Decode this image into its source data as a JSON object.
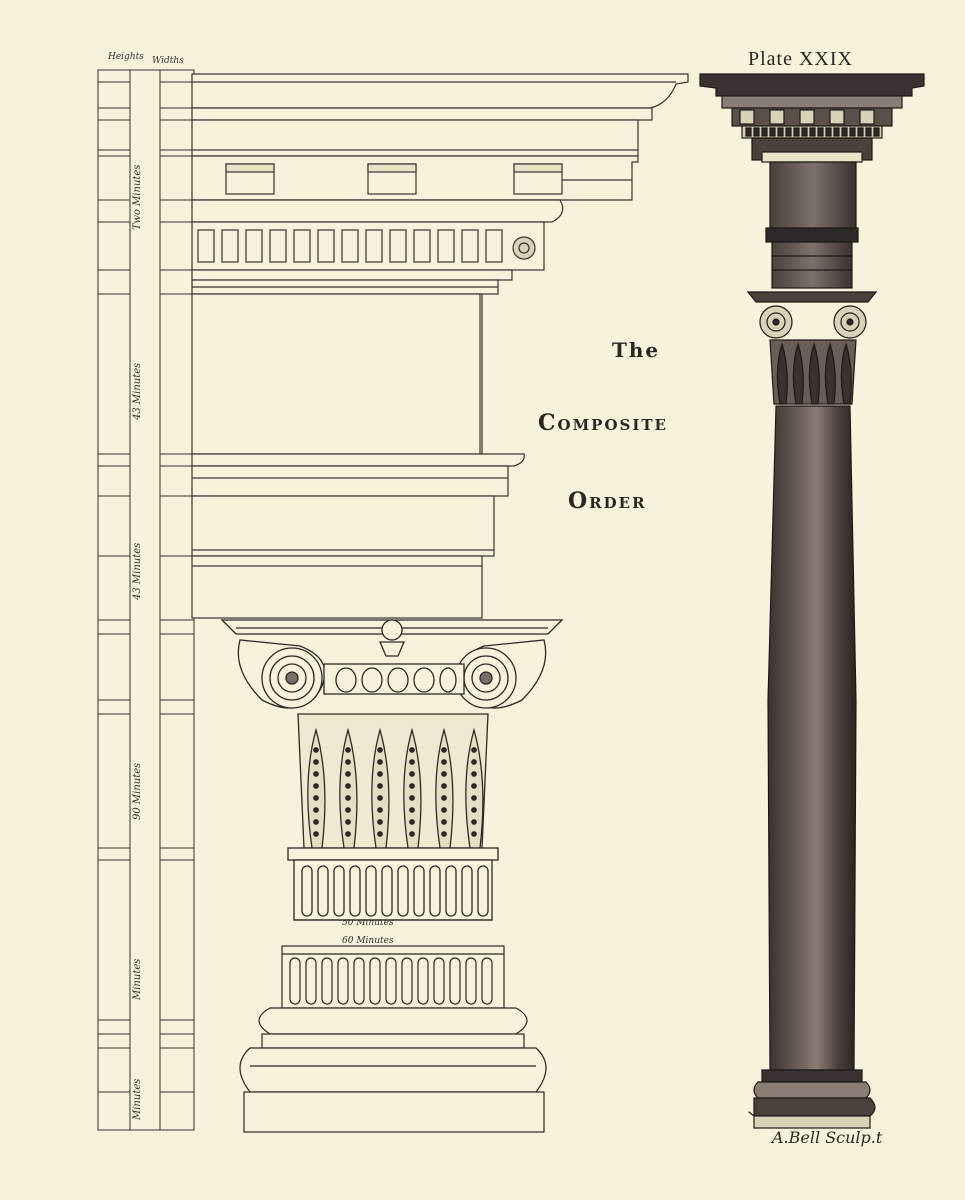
{
  "plate": {
    "number": "Plate XXIX",
    "title_lines": [
      "The",
      "Composite",
      "Order"
    ],
    "signature": "A.Bell Sculp.t",
    "colors": {
      "paper": "#f6f2db",
      "ink": "#2a2622",
      "shade": "#5a4f49"
    }
  },
  "scale_column": {
    "header_left": "Heights",
    "header_right": "Widths",
    "section_labels": [
      "Two Minutes",
      "43 Minutes",
      "43 Minutes",
      "90 Minutes",
      "Minutes",
      "Minutes"
    ],
    "base_labels": [
      "50 Minutes",
      "60 Minutes"
    ]
  }
}
